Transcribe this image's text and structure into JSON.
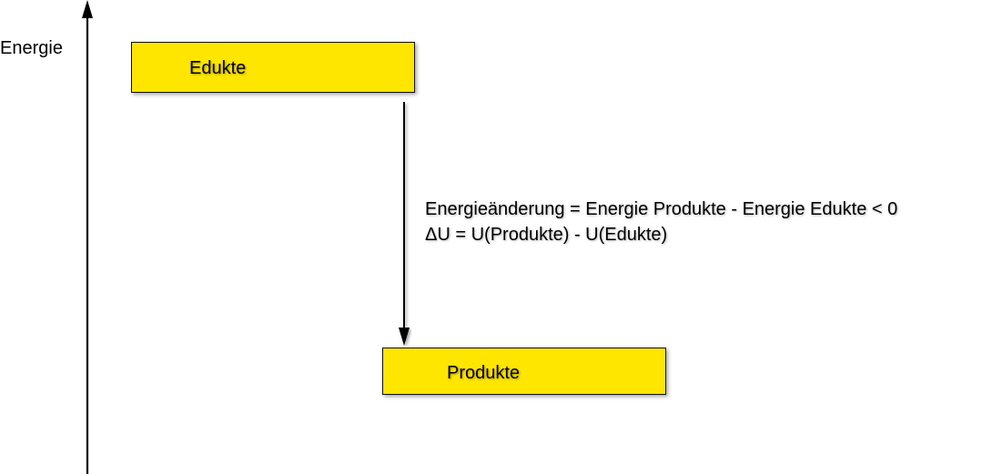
{
  "axis": {
    "label": "Energie"
  },
  "levels": {
    "educts_label": "Edukte",
    "products_label": "Produkte"
  },
  "equation": {
    "line1": "Energieänderung = Energie Produkte - Energie Edukte < 0",
    "line2": "ΔU = U(Produkte) - U(Edukte)"
  },
  "colors": {
    "level_fill": "#FFE600",
    "line": "#000000",
    "background": "#ffffff"
  }
}
